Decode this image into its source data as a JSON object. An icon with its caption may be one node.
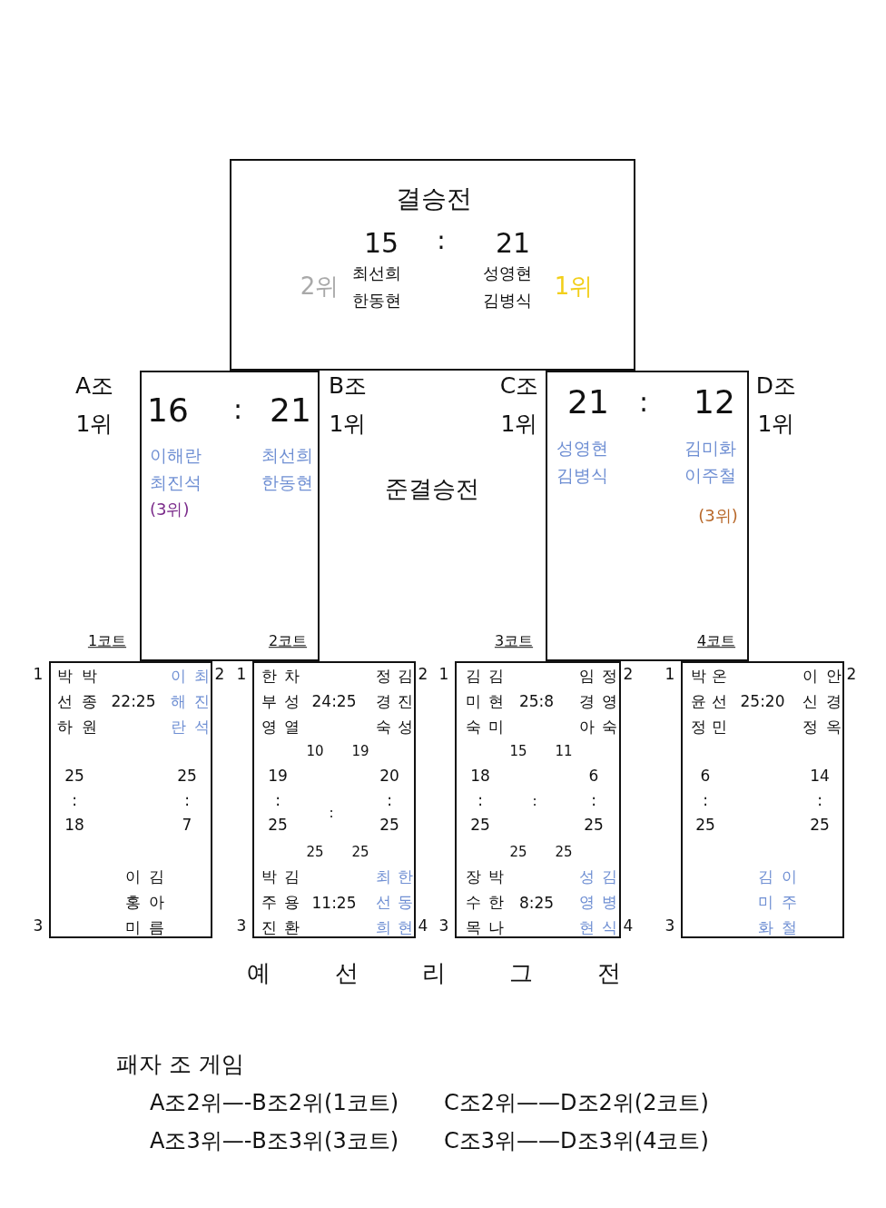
{
  "diagram": {
    "nodes": [
      {
        "text": [
          "결승전",
          "15",
          ":",
          "21",
          "최선희 한동현",
          "성영현 김병식",
          "2위",
          "1위"
        ]
      },
      {
        "text": [
          "16",
          ":",
          "21",
          "이해란 최진석",
          "최선희 한동현",
          "(3위)"
        ]
      },
      {
        "text": [
          "21",
          ":",
          "12",
          "성영현 김병식",
          "김미화 이주철",
          "(3위)"
        ]
      },
      {
        "text": [
          "박선하",
          "박종원",
          "22:25",
          "이해란",
          "최진석",
          "25 : 18",
          "25 : 7",
          "이홍미",
          "김아름"
        ],
        "beside": [
          "1",
          "2",
          "3"
        ]
      },
      {
        "text": [
          "한부영",
          "차성열",
          "24:25",
          "정경숙",
          "김진성",
          "10",
          "19",
          "19 : 25",
          ":",
          "20 : 25",
          "25",
          "25",
          "박주진",
          "김용환",
          "11:25",
          "최선희",
          "한동현"
        ],
        "beside": [
          "1",
          "2",
          "3",
          "4"
        ]
      },
      {
        "text": [
          "김미숙",
          "김현미",
          "25:8",
          "임경아",
          "정영숙",
          "15",
          "11",
          "18 : 25",
          ":",
          "6 : 25",
          "25",
          "25",
          "장수목",
          "박한나",
          "8:25",
          "성영현",
          "김병식"
        ],
        "beside": [
          "1",
          "2",
          "3",
          "4"
        ]
      },
      {
        "text": [
          "박윤정",
          "온선민",
          "25:20",
          "이신정",
          "안경옥",
          "6 : 25",
          "14 : 25",
          "김미화",
          "이주철"
        ],
        "beside": [
          "1",
          "2",
          "3"
        ]
      }
    ],
    "labels": [
      "A조 1위",
      "B조 1위",
      "C조 1위",
      "D조 1위",
      "1코트",
      "2코트",
      "3코트",
      "4코트",
      "준결승전",
      "예 선 리 그 전",
      "패자 조 게임",
      "A조2위—-B조2위(1코트)",
      "C조2위——D조2위(2코트)",
      "A조3위—-B조3위(3코트)",
      "C조3위——D조3위(4코트)"
    ]
  }
}
